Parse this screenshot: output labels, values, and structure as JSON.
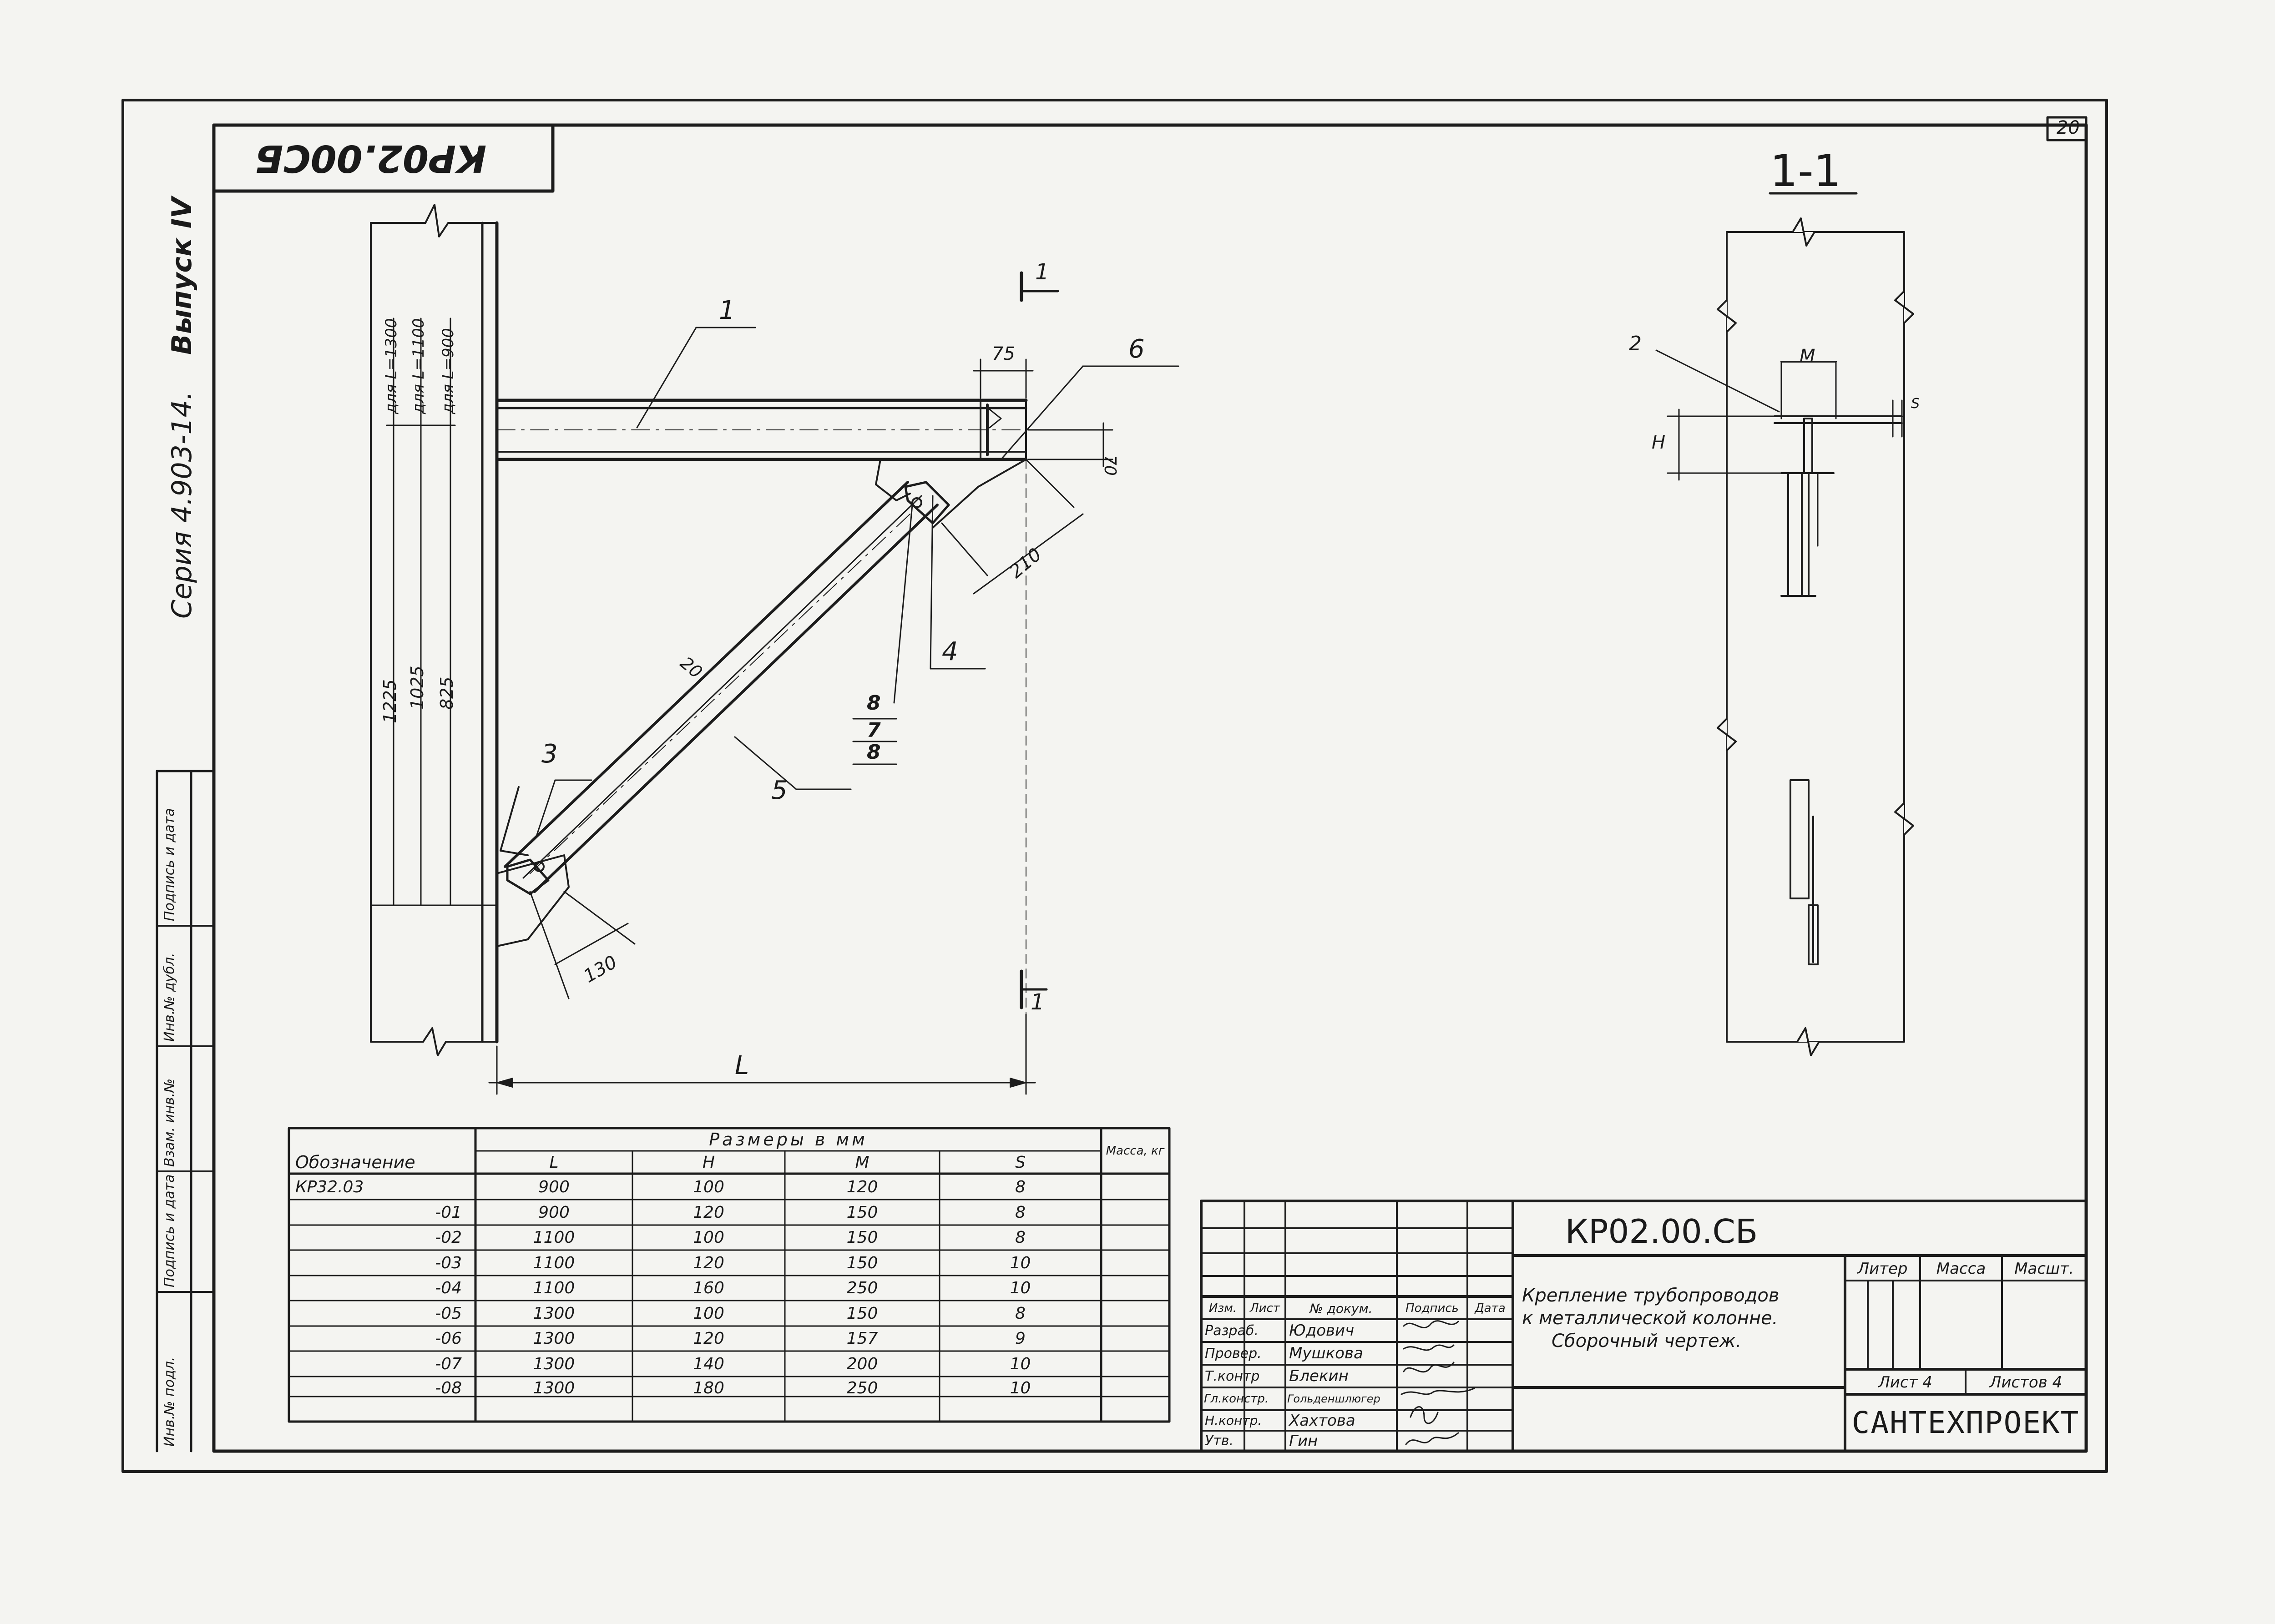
{
  "sheet_number": "20",
  "top_code_stamp": "КР02.00СБ",
  "side_text": {
    "series": "Серия 4.903-14.",
    "issue": "Выпуск IV"
  },
  "side_stamp_labels": [
    "Инв.№ подл.",
    "Подпись и дата",
    "Взам. инв.№",
    "Инв.№ дубл.",
    "Подпись и дата"
  ],
  "section_label": "1-1",
  "callouts": {
    "p1": "1",
    "p2": "2",
    "p3": "3",
    "p4": "4",
    "p5": "5",
    "p6": "6",
    "frac_top": "8",
    "frac_mid": "7",
    "frac_bot": "8",
    "cut_top": "1",
    "cut_bottom": "1"
  },
  "dimensions": {
    "d75": "75",
    "d70": "70",
    "d210": "210",
    "d130": "130",
    "d20": "20",
    "L": "L",
    "H": "H",
    "M": "M",
    "S": "S",
    "for_1300": "для L=1300",
    "for_1100": "для L=1100",
    "for_900": "для L=900",
    "v1225": "1225",
    "v1025": "1025",
    "v825": "825"
  },
  "table": {
    "header_designation": "Обозначение",
    "header_sizes": "Размеры в мм",
    "header_mass": "Масса, кг",
    "sub_headers": [
      "L",
      "H",
      "M",
      "S"
    ],
    "rows": [
      {
        "designation": "КР32.03",
        "L": "900",
        "H": "100",
        "M": "120",
        "S": "8"
      },
      {
        "designation": "-01",
        "L": "900",
        "H": "120",
        "M": "150",
        "S": "8"
      },
      {
        "designation": "-02",
        "L": "1100",
        "H": "100",
        "M": "150",
        "S": "8"
      },
      {
        "designation": "-03",
        "L": "1100",
        "H": "120",
        "M": "150",
        "S": "10"
      },
      {
        "designation": "-04",
        "L": "1100",
        "H": "160",
        "M": "250",
        "S": "10"
      },
      {
        "designation": "-05",
        "L": "1300",
        "H": "100",
        "M": "150",
        "S": "8"
      },
      {
        "designation": "-06",
        "L": "1300",
        "H": "120",
        "M": "157",
        "S": "9"
      },
      {
        "designation": "-07",
        "L": "1300",
        "H": "140",
        "M": "200",
        "S": "10"
      },
      {
        "designation": "-08",
        "L": "1300",
        "H": "180",
        "M": "250",
        "S": "10"
      }
    ]
  },
  "title_block": {
    "doc_code": "КР02.00.СБ",
    "title_line1": "Крепление трубопроводов",
    "title_line2": "к металлической колонне.",
    "title_line3": "Сборочный чертеж.",
    "col_headers": [
      "Изм.",
      "Лист",
      "№ докум.",
      "Подпись",
      "Дата"
    ],
    "roles": [
      {
        "role": "Разраб.",
        "name": "Юдович"
      },
      {
        "role": "Провер.",
        "name": "Мушкова"
      },
      {
        "role": "Т.контр",
        "name": "Блекин"
      },
      {
        "role": "Гл.констр.",
        "name": "Гольденшлюгер"
      },
      {
        "role": "Н.контр.",
        "name": "Хахтова"
      },
      {
        "role": "Утв.",
        "name": "Гин"
      }
    ],
    "liter": "Литер",
    "mass": "Масса",
    "scale": "Масшт.",
    "sheet": "Лист 4",
    "sheets": "Листов 4",
    "organization": "САНТЕХПРОЕКТ"
  }
}
